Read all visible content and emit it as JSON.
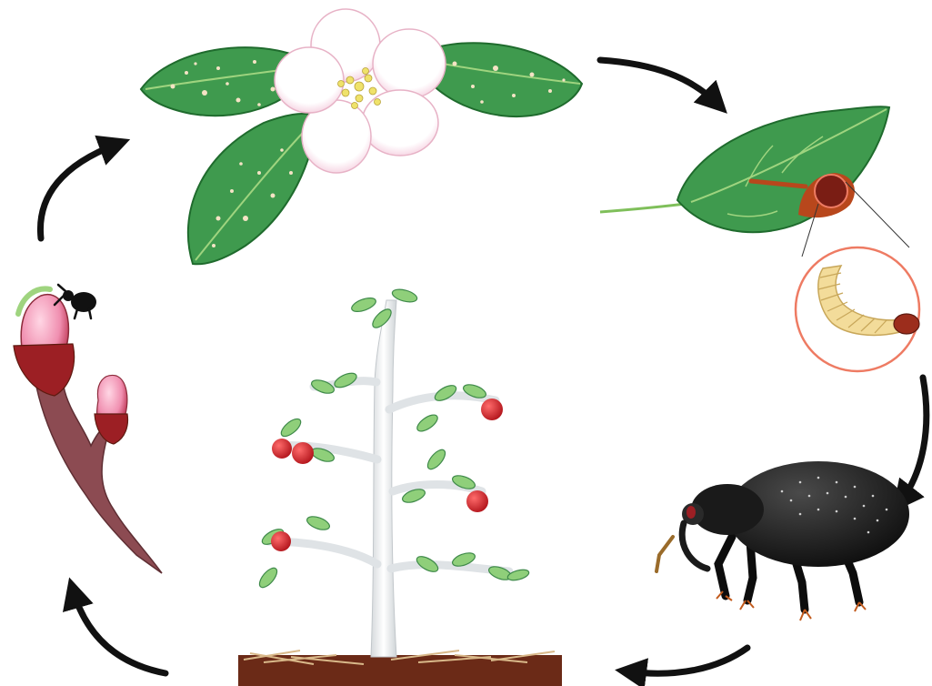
{
  "diagram": {
    "stages": [
      {
        "id": "leaves-and-blossom",
        "icon": "apple-blossom-icon"
      },
      {
        "id": "leaf-with-larva",
        "icon": "larva-icon"
      },
      {
        "id": "adult-weevil",
        "icon": "weevil-icon"
      },
      {
        "id": "fruit-tree",
        "icon": "tree-icon"
      },
      {
        "id": "bud-branch",
        "icon": "bud-icon"
      }
    ],
    "arrows": 5,
    "colors": {
      "leaf": "#3f9a4e",
      "leaf_dark": "#1f6b2d",
      "petal": "#ffffff",
      "petal_pink": "#f6c3d6",
      "stamen": "#efe26a",
      "damage": "#b8471c",
      "larva": "#f3dc9a",
      "weevil": "#1a1a1a",
      "apple": "#d42b2b",
      "branch": "#8c4b52",
      "bud_red": "#9c1f24",
      "trunk": "#e9ecee",
      "soil": "#6b2a17",
      "straw": "#d9b98a",
      "circle": "#ee7b63",
      "arrow": "#111111"
    }
  }
}
